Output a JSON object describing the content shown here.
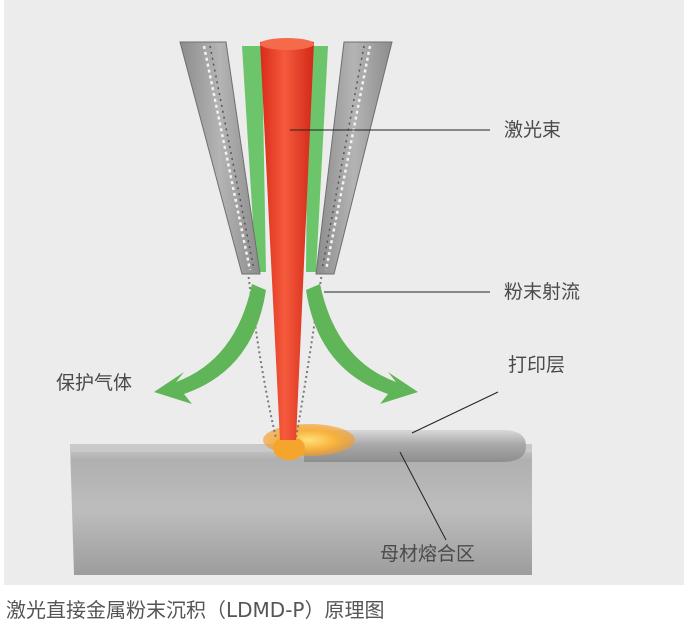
{
  "labels": {
    "laser_beam": "激光束",
    "powder_jet": "粉末射流",
    "shield_gas": "保护气体",
    "print_layer": "打印层",
    "fusion_zone": "母材熔合区"
  },
  "caption": "激光直接金属粉末沉积（LDMD-P）原理图",
  "colors": {
    "background": "#ececec",
    "laser": "#ee3a24",
    "gas_arrow": "#5fb558",
    "nozzle": "#9a9a9a",
    "substrate": "#b8b8b8",
    "melt_pool": "#f7b23b",
    "leader_line": "#222222"
  }
}
